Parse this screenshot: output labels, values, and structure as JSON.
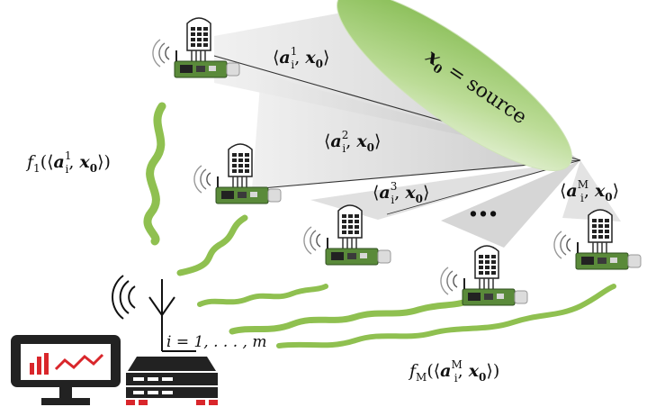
{
  "source_label": {
    "var": "x",
    "sub": "0",
    "rest": " = source"
  },
  "cone_labels": [
    {
      "sup": "1"
    },
    {
      "sup": "2"
    },
    {
      "sup": "3"
    },
    {
      "sup": "M"
    }
  ],
  "ellipsis": "…",
  "f1_label": {
    "fn": "f",
    "fsub": "1",
    "sup": "1"
  },
  "fM_label": {
    "fn": "f",
    "fsub": "M",
    "sup": "M"
  },
  "index_label": "i = 1, . . . , m",
  "colors": {
    "wave": "#8fc050",
    "source": "#9bc96a",
    "cone_light": "#e6e6e6",
    "cone_dark": "#c4c4c4",
    "board": "#5a8a3a",
    "alert_red": "#d9262b",
    "dark": "#222222"
  },
  "icons": [
    "sensor-node-icon",
    "antenna-icon",
    "monitor-chart-icon",
    "server-rack-icon"
  ]
}
